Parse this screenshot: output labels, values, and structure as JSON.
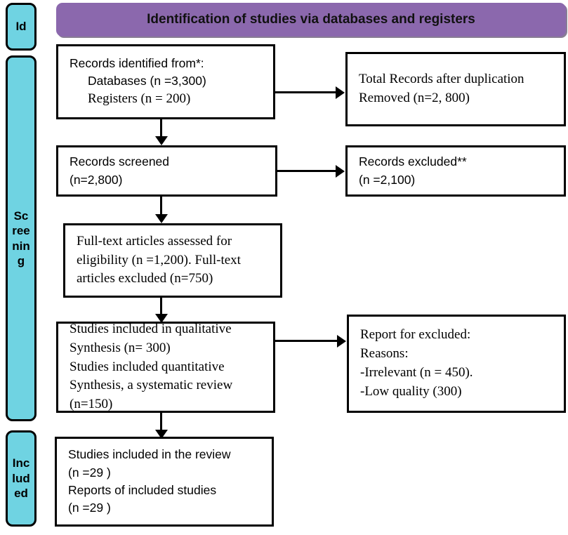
{
  "diagram": {
    "title": "Identification of studies via databases and registers",
    "type": "prisma-flow-diagram",
    "colors": {
      "stage_bar_fill": "#6FD3E2",
      "banner_fill": "#8B68AD",
      "border": "#000000",
      "box_fill": "#FFFFFF"
    }
  },
  "stages": [
    {
      "key": "identification",
      "label": "Id"
    },
    {
      "key": "screening",
      "label": "Screening"
    },
    {
      "key": "included",
      "label": "Included"
    }
  ],
  "boxes": {
    "records_identified": {
      "name": "records-identified",
      "lines": [
        {
          "text": "Records identified from*:",
          "style": "sans",
          "indent": false
        },
        {
          "text": "Databases (n =3,300)",
          "style": "sans",
          "indent": true
        },
        {
          "text": "Registers (n = 200)",
          "style": "serif",
          "indent": true
        }
      ]
    },
    "duplicates_removed": {
      "name": "duplicates-removed",
      "lines": [
        {
          "text": "Total Records after duplication",
          "style": "serif",
          "indent": false
        },
        {
          "text": "Removed (n=2, 800)",
          "style": "serif",
          "indent": false
        }
      ]
    },
    "records_screened": {
      "name": "records-screened",
      "lines": [
        {
          "text": "Records screened",
          "style": "sans",
          "indent": false
        },
        {
          "text": "(n=2,800)",
          "style": "sans",
          "indent": false
        }
      ]
    },
    "records_excluded": {
      "name": "records-excluded",
      "lines": [
        {
          "text": "Records excluded**",
          "style": "sans",
          "indent": false
        },
        {
          "text": "(n =2,100)",
          "style": "sans",
          "indent": false
        }
      ]
    },
    "fulltext_assessed": {
      "name": "fulltext-assessed",
      "lines": [
        {
          "text": "Full-text articles assessed for",
          "style": "serif",
          "indent": false
        },
        {
          "text": "eligibility (n =1,200). Full-text",
          "style": "serif",
          "indent": false
        },
        {
          "text": "articles excluded (n=750)",
          "style": "serif",
          "indent": false
        }
      ]
    },
    "studies_synthesis": {
      "name": "studies-included-synthesis",
      "lines": [
        {
          "text": "Studies included in qualitative",
          "style": "serif",
          "indent": false
        },
        {
          "text": "Synthesis (n= 300)",
          "style": "serif",
          "indent": false
        },
        {
          "text": "Studies included quantitative",
          "style": "serif",
          "indent": false
        },
        {
          "text": "Synthesis, a systematic review",
          "style": "serif",
          "indent": false
        },
        {
          "text": "(n=150)",
          "style": "serif",
          "indent": false
        }
      ]
    },
    "report_excluded": {
      "name": "report-for-excluded",
      "lines": [
        {
          "text": "Report for excluded:",
          "style": "serif",
          "indent": false
        },
        {
          "text": "Reasons:",
          "style": "serif",
          "indent": false
        },
        {
          "text": "-Irrelevant (n = 450).",
          "style": "serif",
          "indent": false
        },
        {
          "text": "-Low quality (300)",
          "style": "serif",
          "indent": false
        }
      ]
    },
    "studies_review": {
      "name": "studies-included-review",
      "lines": [
        {
          "text": "Studies included in the review",
          "style": "sans",
          "indent": false
        },
        {
          "text": "(n =29 )",
          "style": "sans",
          "indent": false
        },
        {
          "text": "Reports of included studies",
          "style": "sans",
          "indent": false
        },
        {
          "text": "(n =29 )",
          "style": "sans",
          "indent": false
        }
      ]
    }
  }
}
